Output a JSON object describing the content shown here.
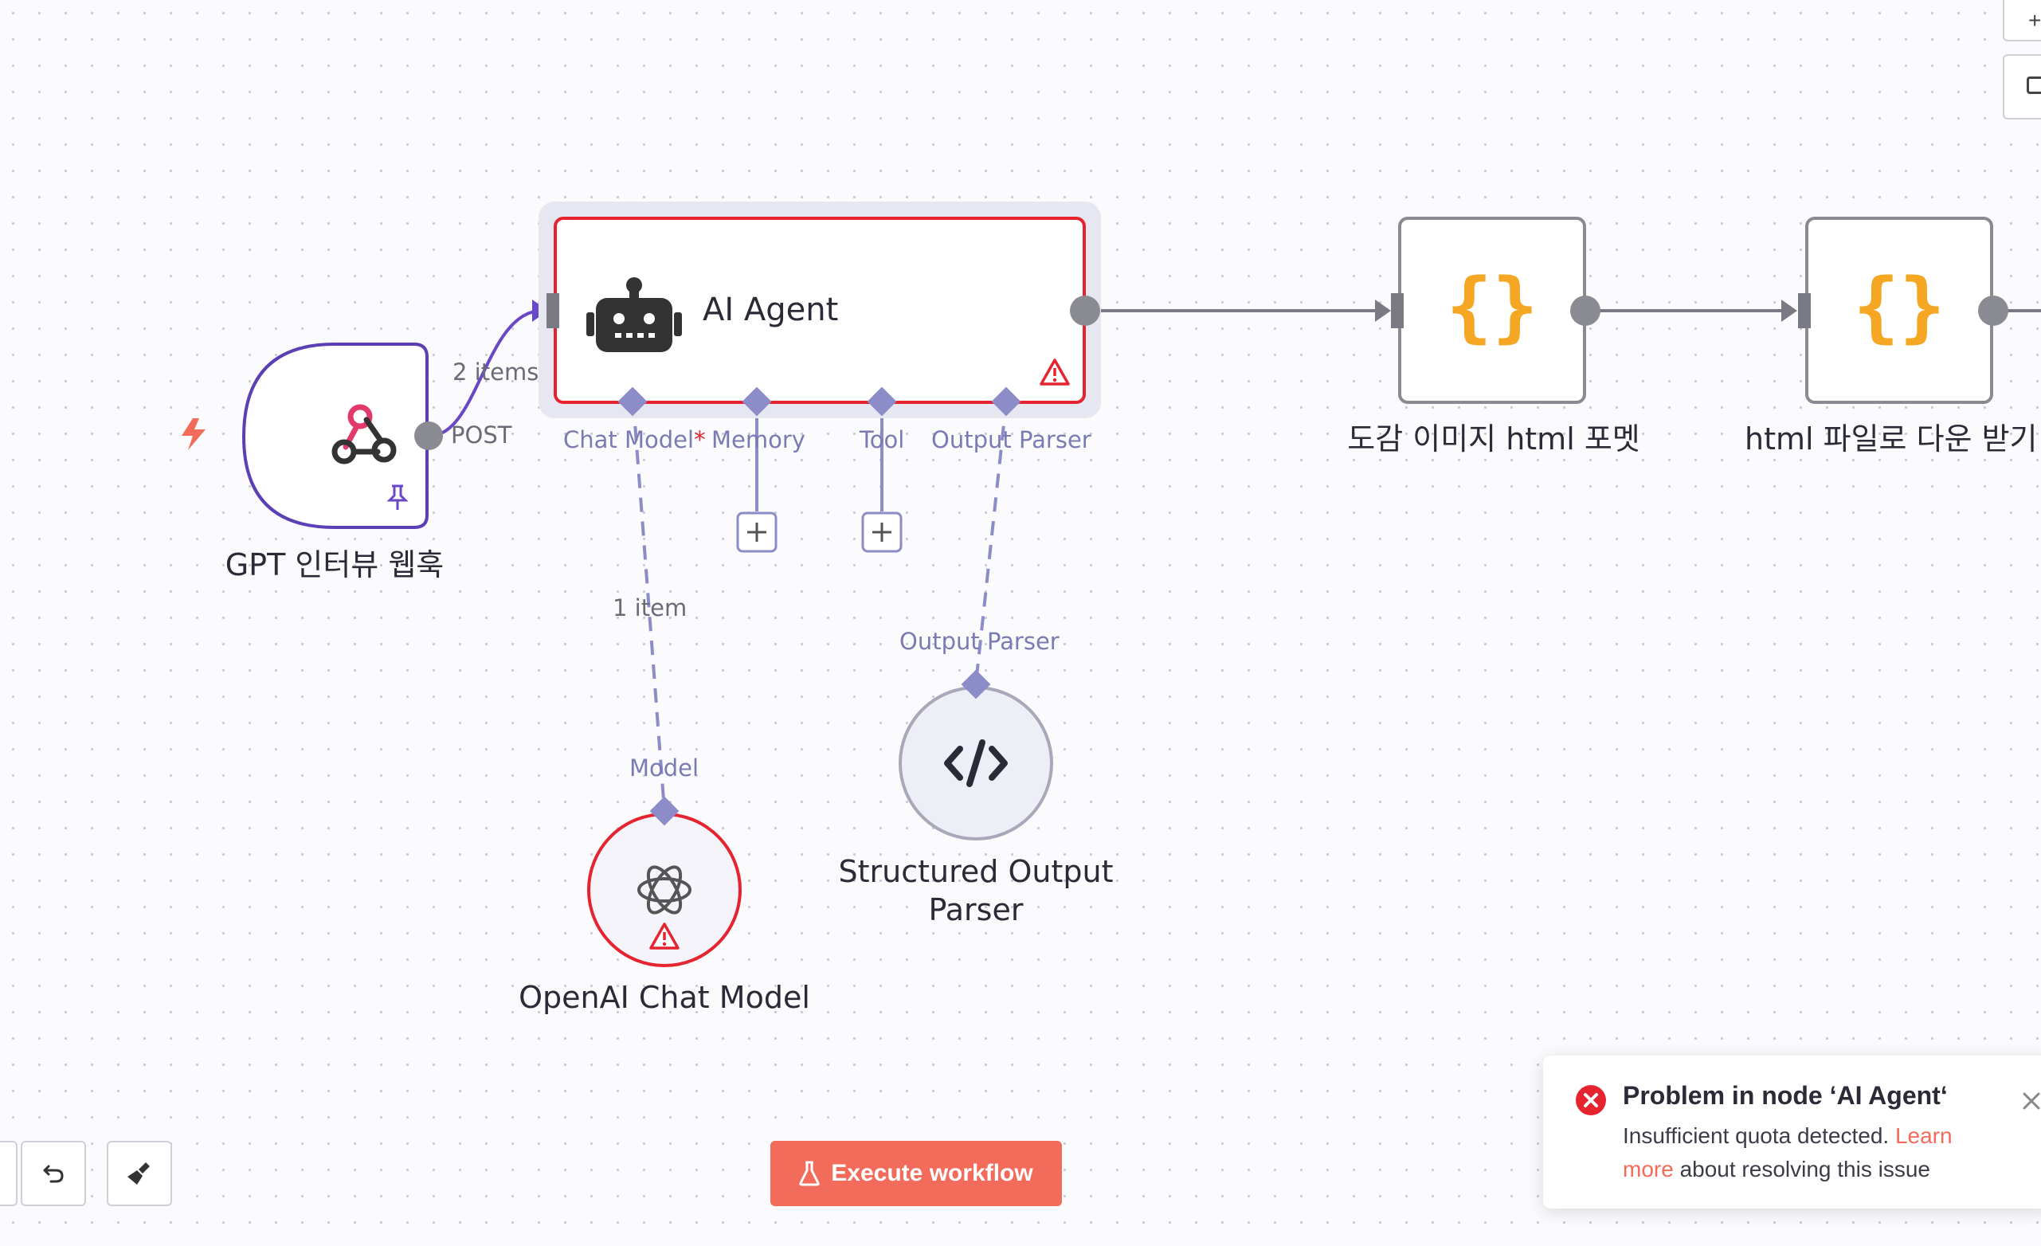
{
  "nodes": {
    "webhook": {
      "label": "GPT 인터뷰 웹훅",
      "output_label": "POST",
      "icon": "webhook-icon"
    },
    "agent": {
      "label": "AI Agent",
      "icon": "robot-icon",
      "connectors": [
        "Chat Model",
        "Memory",
        "Tool",
        "Output Parser"
      ],
      "required_marker": "*"
    },
    "code1": {
      "label": "도감 이미지 html 포멧",
      "icon": "braces-icon"
    },
    "code2": {
      "label": "html 파일로 다운 받기",
      "icon": "braces-icon"
    },
    "openai": {
      "label": "OpenAI Chat Model",
      "input_label": "Model",
      "icon": "openai-icon"
    },
    "parser": {
      "label_line1": "Structured Output",
      "label_line2": "Parser",
      "input_label": "Output Parser",
      "icon": "code-icon"
    }
  },
  "edges": {
    "webhook_to_agent": "2 items",
    "model_to_agent": "1 item"
  },
  "toolbar": {
    "execute_label": "Execute workflow",
    "undo_icon": "undo-icon",
    "clear_icon": "broom-icon"
  },
  "toast": {
    "title": "Problem in node ‘AI Agent‘",
    "message": "Insufficient quota detected.",
    "link_text": "Learn more",
    "message_tail": "about resolving this issue"
  },
  "colors": {
    "error_red": "#e5242f",
    "connector_purple": "#8c8cc8",
    "webhook_border": "#5b3fb5",
    "accent_orange": "#f5a623",
    "execute_bg": "#f26b5b"
  }
}
